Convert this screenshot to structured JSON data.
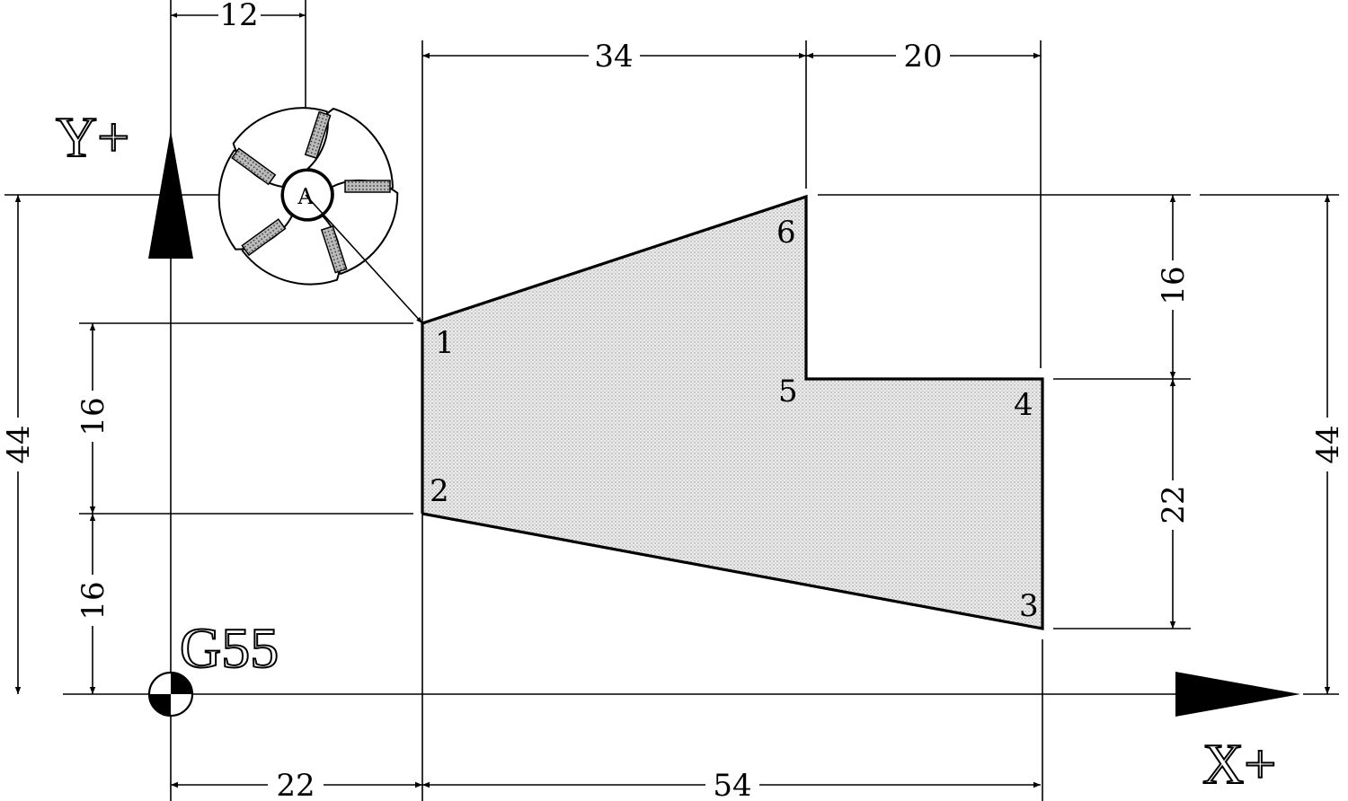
{
  "axes": {
    "x_label": "X+",
    "y_label": "Y+"
  },
  "origin": {
    "label": "G55"
  },
  "tool": {
    "label": "A"
  },
  "points": {
    "p1": "1",
    "p2": "2",
    "p3": "3",
    "p4": "4",
    "p5": "5",
    "p6": "6"
  },
  "dimensions": {
    "tool_offset_x": "12",
    "top_34": "34",
    "top_20": "20",
    "right_16": "16",
    "right_22": "22",
    "far_right_44": "44",
    "left_44": "44",
    "left_16_upper": "16",
    "left_16_lower": "16",
    "bottom_22": "22",
    "bottom_54": "54"
  },
  "colors": {
    "line": "#000000",
    "fill_stipple": "#d9d9d9",
    "background": "#ffffff"
  }
}
